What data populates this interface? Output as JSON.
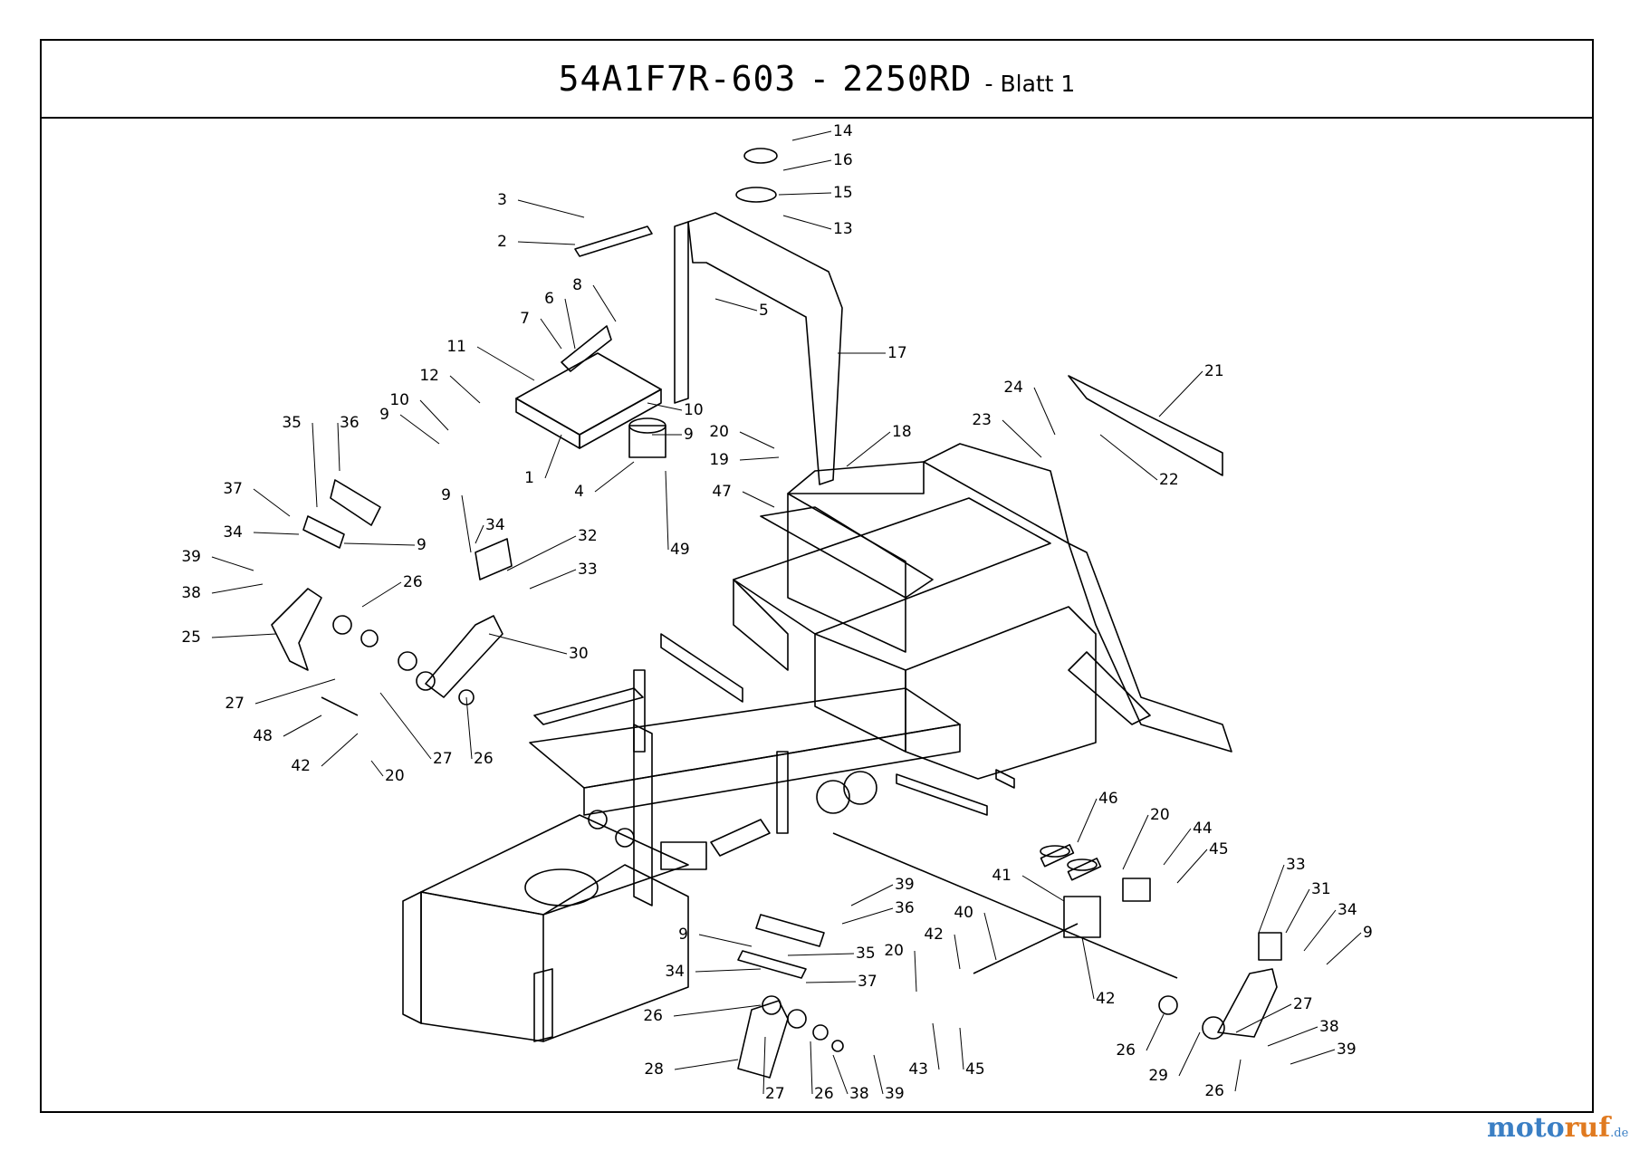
{
  "header": {
    "model": "54A1F7R-603",
    "separator": "-",
    "variant": "2250RD",
    "sheet": "- Blatt 1"
  },
  "brand": {
    "part1": "moto",
    "part2": "ruf",
    "suffix": ".de",
    "colors": {
      "primary": "#3b7fc4",
      "accent": "#e07a20"
    }
  },
  "callouts": [
    "14",
    "16",
    "15",
    "13",
    "3",
    "2",
    "8",
    "6",
    "5",
    "7",
    "11",
    "17",
    "12",
    "10",
    "9",
    "10",
    "9",
    "1",
    "4",
    "49",
    "20",
    "19",
    "18",
    "21",
    "24",
    "23",
    "22",
    "47",
    "35",
    "36",
    "37",
    "34",
    "9",
    "39",
    "38",
    "25",
    "26",
    "9",
    "34",
    "32",
    "33",
    "30",
    "27",
    "48",
    "42",
    "20",
    "27",
    "26",
    "46",
    "20",
    "44",
    "45",
    "41",
    "40",
    "33",
    "31",
    "34",
    "9",
    "39",
    "36",
    "9",
    "35",
    "34",
    "37",
    "26",
    "28",
    "27",
    "26",
    "38",
    "39",
    "20",
    "42",
    "43",
    "45",
    "42",
    "27",
    "38",
    "39",
    "26",
    "29",
    "26"
  ]
}
